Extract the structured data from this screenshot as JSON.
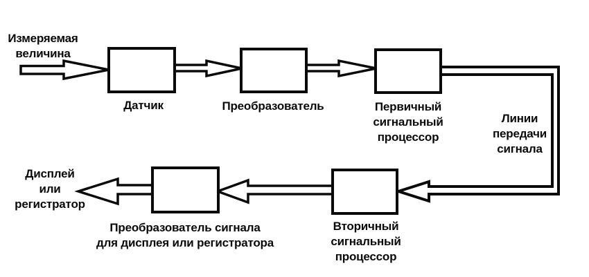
{
  "diagram": {
    "colors": {
      "line": "#0a0a0a",
      "background": "#ffffff",
      "box_fill": "#ffffff"
    },
    "nodes": {
      "measured_quantity": "Измеряемая\nвеличина",
      "sensor": "Датчик",
      "converter": "Преобразователь",
      "primary_processor": "Первичный\nсигнальный\nпроцессор",
      "transmission_lines": "Линии\nпередачи\nсигнала",
      "secondary_processor": "Вторичный\nсигнальный\nпроцессор",
      "display_converter": "Преобразователь сигнала\nдля дисплея или регистратора",
      "display_or_recorder": "Дисплей\nили\nрегистратор"
    }
  }
}
